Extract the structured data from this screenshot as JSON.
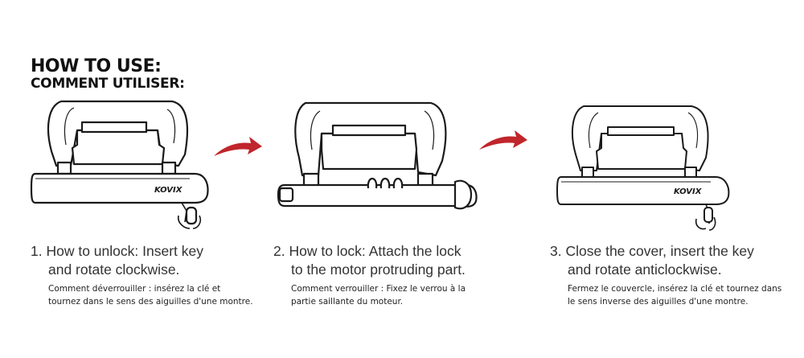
{
  "header": {
    "title_en": "HOW TO USE:",
    "title_fr": "COMMENT UTILISER:"
  },
  "brand": "KOVIX",
  "steps": [
    {
      "number": "1.",
      "line1": "How to unlock: Insert key",
      "line2": "and rotate clockwise.",
      "fr1": "Comment déverrouiller : insérez la clé et",
      "fr2": "tournez dans le sens des aiguilles d'une montre."
    },
    {
      "number": "2.",
      "line1": "How to lock: Attach the lock",
      "line2": "to the motor protruding part.",
      "fr1": "Comment verrouiller : Fixez le verrou à la",
      "fr2": "partie saillante du moteur."
    },
    {
      "number": "3.",
      "line1": "Close the cover, insert the key",
      "line2": "and rotate anticlockwise.",
      "fr1": "Fermez le couvercle, insérez la clé et tournez dans",
      "fr2": "le sens inverse des aiguilles d'une montre."
    }
  ],
  "colors": {
    "arrow": "#c0262c",
    "outline": "#1a1a1a"
  }
}
